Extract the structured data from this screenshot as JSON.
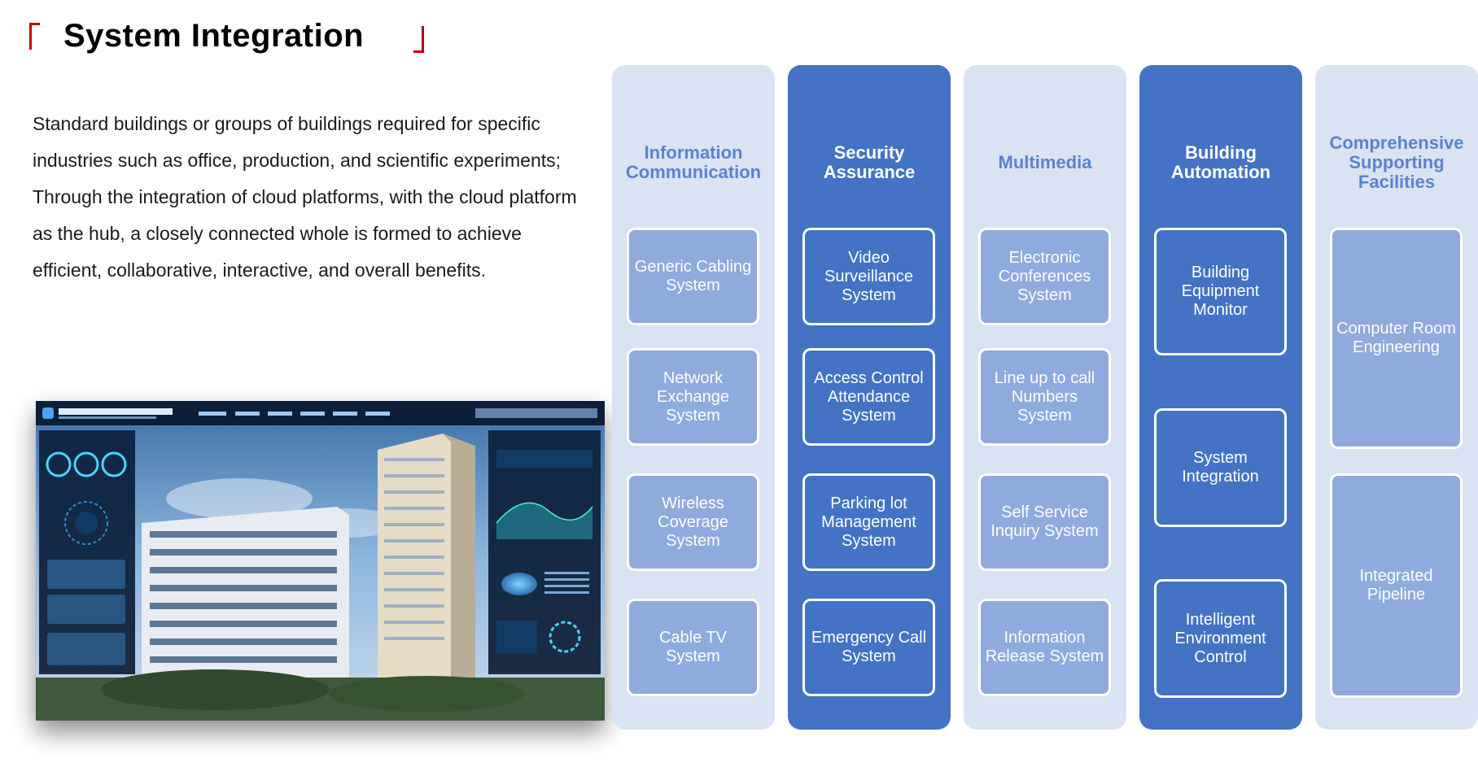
{
  "page": {
    "title": "System Integration",
    "description": "Standard buildings or groups of buildings required for specific industries such as office, production, and scientific experiments; Through the integration of cloud platforms, with the cloud platform as the hub, a closely connected whole is formed to achieve efficient, collaborative, interactive, and overall benefits."
  },
  "colors": {
    "accent_red": "#c00000",
    "dark_blue": "#4472c4",
    "mid_blue": "#8faadc",
    "light_blue": "#d9e3f4",
    "title_blue": "#5b82cf"
  },
  "columns": [
    {
      "title": "Information Communication",
      "style": "light",
      "items": [
        "Generic Cabling System",
        "Network Exchange System",
        "Wireless Coverage System",
        "Cable TV System"
      ]
    },
    {
      "title": "Security Assurance",
      "style": "dark",
      "items": [
        "Video Surveillance System",
        "Access Control Attendance System",
        "Parking lot Management System",
        "Emergency Call System"
      ]
    },
    {
      "title": "Multimedia",
      "style": "light",
      "items": [
        "Electronic Conferences System",
        "Line up to call Numbers System",
        "Self Service Inquiry System",
        "Information Release System"
      ]
    },
    {
      "title": "Building Automation",
      "style": "dark",
      "items": [
        "Building Equipment Monitor",
        "System Integration",
        "Intelligent Environment Control"
      ]
    },
    {
      "title": "Comprehensive Supporting Facilities",
      "style": "light",
      "items": [
        "Computer Room Engineering",
        "Integrated Pipeline"
      ]
    }
  ],
  "dashboard_image": {
    "description_icon": "smart-building-dashboard-image"
  }
}
